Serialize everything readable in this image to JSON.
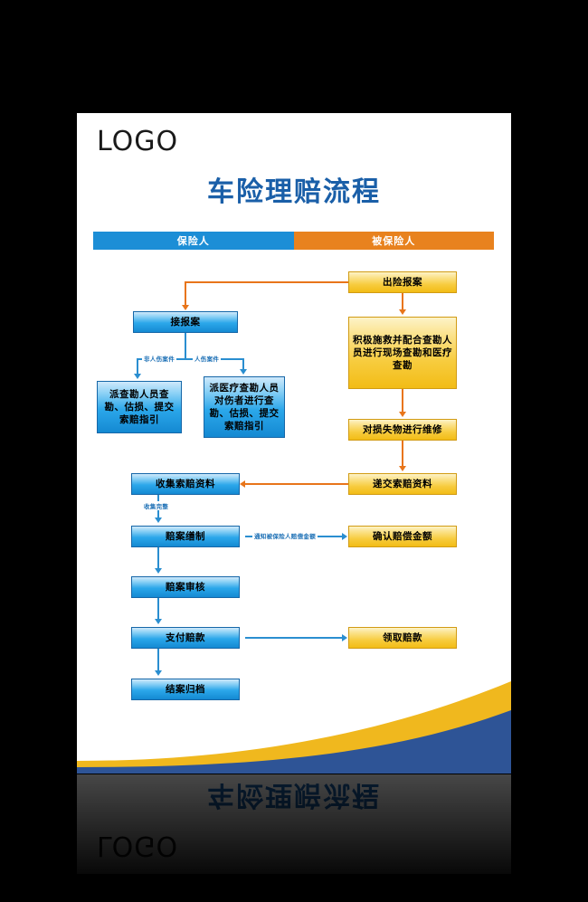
{
  "poster": {
    "logo": "LOGO",
    "title": "车险理赔流程",
    "lanes": [
      {
        "label": "保险人",
        "color": "#1c8ed6"
      },
      {
        "label": "被保险人",
        "color": "#e8821e"
      }
    ],
    "nodes": {
      "report_claim": "出险报案",
      "receive_report": "接报案",
      "rescue": "积极施救并配合查勘人员进行现场查勘和医疗查勘",
      "survey_normal": "派查勘人员查勘、估损、提交索赔指引",
      "survey_injury": "派医疗查勘人员对伤者进行查勘、估损、提交索赔指引",
      "repair": "对损失物进行维修",
      "collect_docs": "收集索赔资料",
      "submit_docs": "递交索赔资料",
      "prepare_case": "赔案缮制",
      "confirm_amount": "确认赔偿金额",
      "audit_case": "赔案审核",
      "pay_claim": "支付赔款",
      "receive_claim": "领取赔款",
      "close_archive": "结案归档"
    },
    "edge_labels": {
      "non_injury": "非人伤案件",
      "injury": "人伤案件",
      "docs_complete": "收集完整",
      "notify_amount": "通知被保险人赔偿金额"
    },
    "colors": {
      "title": "#1a5fa8",
      "lane_blue": "#1c8ed6",
      "lane_orange": "#e8821e",
      "node_blue": "#1489d2",
      "node_yellow": "#f2bc16",
      "decor_gold": "#f0b81e",
      "decor_navy": "#2e5496",
      "background": "#000000"
    }
  }
}
